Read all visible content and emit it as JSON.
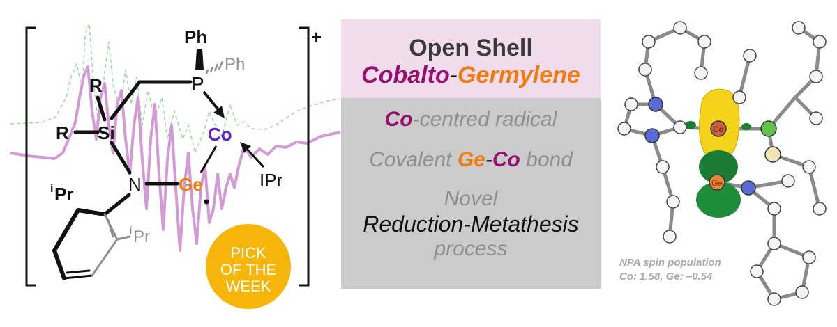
{
  "panel": {
    "title": "Open Shell",
    "subtitle_part1": "Cobalto",
    "subtitle_sep": "-",
    "subtitle_part2": "Germylene",
    "feature1_element": "Co",
    "feature1_text": "-centred radical",
    "feature2_prefix": "Covalent ",
    "feature2_element1": "Ge",
    "feature2_sep": "-",
    "feature2_element2": "Co",
    "feature2_suffix": " bond",
    "feature3_line1": "Novel",
    "feature3_line2": "Reduction-Metathesis",
    "feature3_line3": "process"
  },
  "badge": {
    "line1": "PICK",
    "line2": "OF THE",
    "line3": "WEEK"
  },
  "structure": {
    "charge": "+",
    "labels": {
      "ph_bold": "Ph",
      "ph_gray": "Ph",
      "p": "P",
      "r_top": "R",
      "r_left": "R",
      "si": "Si",
      "co": "Co",
      "n": "N",
      "ge": "Ge",
      "ipr_ligand": "IPr",
      "ipr_left_prefix": "i",
      "ipr_left": "Pr",
      "ipr_right_prefix": "i",
      "ipr_right": "Pr"
    }
  },
  "molecule": {
    "atom_co": "Co",
    "atom_ge": "Ge",
    "note_line1": "NPA spin population",
    "note_line2": "Co: 1.58, Ge: –0.54"
  },
  "colors": {
    "magenta": "#990f6e",
    "orange": "#f07d12",
    "cobalt_blue": "#5a24c8",
    "spectrum": "#d49ad6",
    "spectrum_sim": "#9bd79b",
    "badge": "#f5b50a",
    "spin_yellow": "#f2d21b",
    "spin_green": "#1a7d33"
  }
}
